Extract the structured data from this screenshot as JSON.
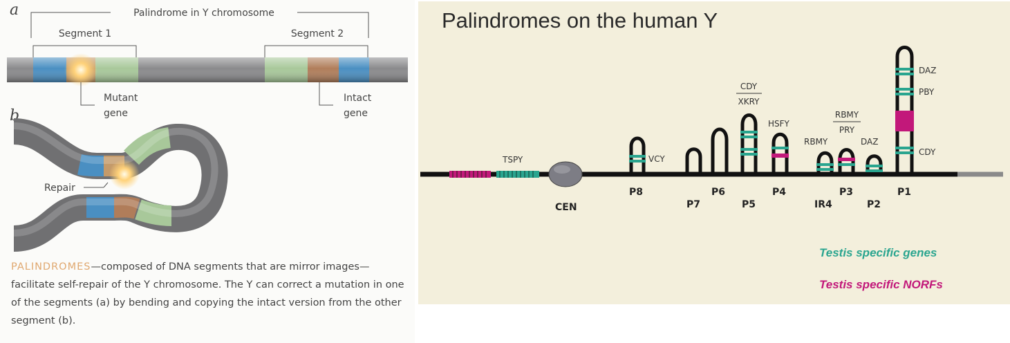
{
  "left": {
    "panel_a_letter": "a",
    "panel_b_letter": "b",
    "palindrome_label": "Palindrome in Y chromosome",
    "segment1_label": "Segment 1",
    "segment2_label": "Segment 2",
    "mutant_line1": "Mutant",
    "mutant_line2": "gene",
    "intact_line1": "Intact",
    "intact_line2": "gene",
    "repair_label": "Repair",
    "caption_lead": "PALINDROMES",
    "caption_body": "—composed of DNA segments that are mirror images—facilitate self-repair of the Y chromosome. The Y can correct a mutation in one of the segments (a) by bending and copying the intact version from the other segment (b)."
  },
  "right": {
    "title": "Palindromes on the human Y",
    "genes": {
      "tspy": "TSPY",
      "vcy": "VCY",
      "cdy_top": "CDY",
      "xkry": "XKRY",
      "hsfy": "HSFY",
      "rbmy_left": "RBMY",
      "rbmy_top": "RBMY",
      "pry": "PRY",
      "daz_p2": "DAZ",
      "daz_p1": "DAZ",
      "pby": "PBY",
      "cdy_p1": "CDY"
    },
    "palindromes": {
      "cen": "CEN",
      "p8": "P8",
      "p7": "P7",
      "p6": "P6",
      "p5": "P5",
      "p4": "P4",
      "ir4": "IR4",
      "p3": "P3",
      "p2": "P2",
      "p1": "P1"
    },
    "legend": {
      "testis_genes": "Testis specific genes",
      "testis_norfs": "Testis specific NORFs"
    }
  },
  "colors": {
    "gene_teal": "#2aa58f",
    "norf_magenta": "#c2187a",
    "segment_blue": "#4a8fc2",
    "segment_green": "#a8c89a",
    "segment_brown": "#b07d5a",
    "mutation_glow": "#ffd27a"
  }
}
